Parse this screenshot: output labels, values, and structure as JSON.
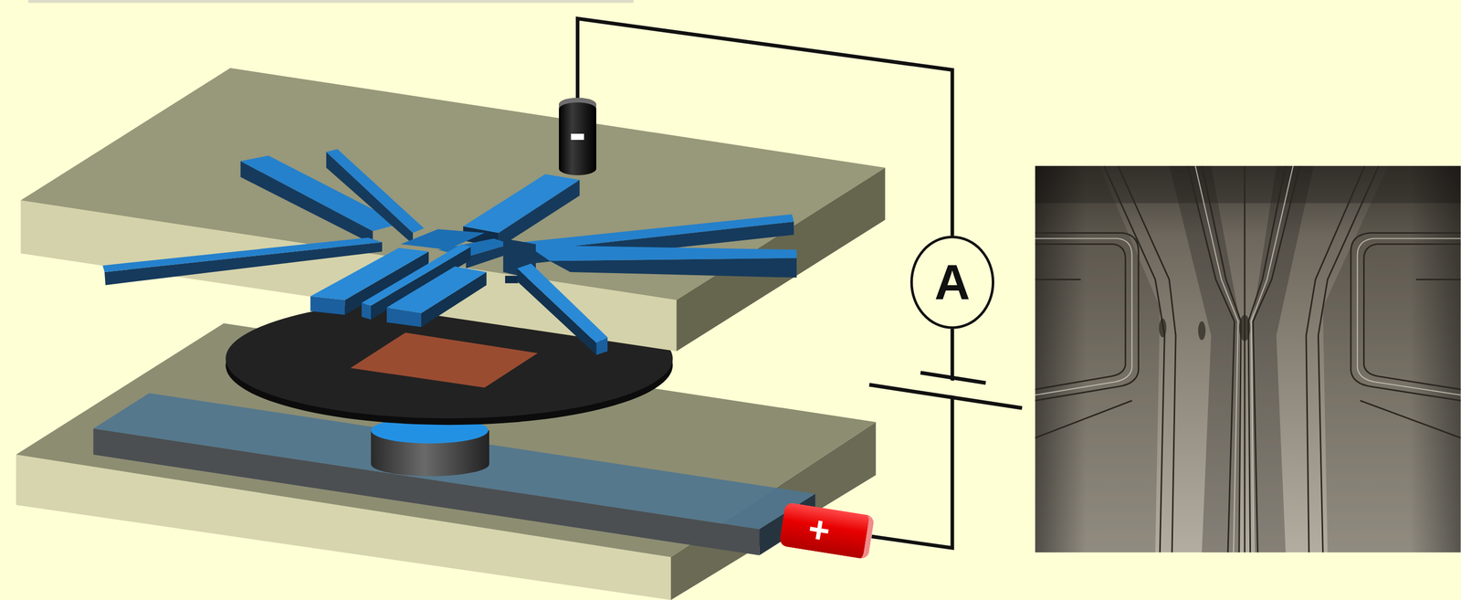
{
  "diagram": {
    "nodes": [
      {
        "text": [
          "-"
        ]
      },
      {
        "text": [
          "A"
        ]
      },
      {
        "text": [
          "+"
        ]
      }
    ],
    "edges": [
      {
        "from": 0,
        "to": 1,
        "arrow": "none"
      },
      {
        "from": 1,
        "to": 2,
        "arrow": "none"
      }
    ]
  }
}
